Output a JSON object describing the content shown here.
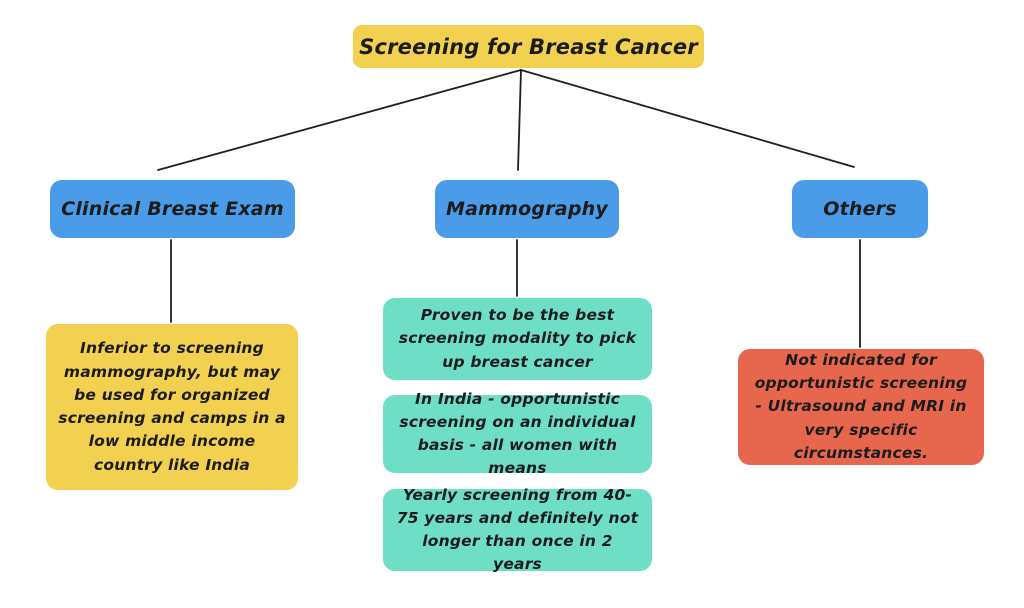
{
  "title": {
    "label": "Screening for Breast Cancer"
  },
  "branches": [
    {
      "label": "Clinical Breast Exam",
      "children": [
        "Inferior to screening mammography, but may be used for organized screening and camps in a low middle income country like India"
      ]
    },
    {
      "label": "Mammography",
      "children": [
        "Proven to be the best screening modality to pick up breast cancer",
        "In India - opportunistic screening on an individual basis - all women with means",
        "Yearly screening from 40-75 years and definitely not longer than once in 2 years"
      ]
    },
    {
      "label": "Others",
      "children": [
        "Not indicated for opportunistic screening - Ultrasound and MRI in very specific circumstances."
      ]
    }
  ],
  "colors": {
    "yellow": "#f2d150",
    "blue": "#4a9be8",
    "teal": "#6fdec7",
    "red": "#e7664e",
    "line": "#1f1f1f",
    "text": "#1c1c1c",
    "background": "#ffffff"
  }
}
